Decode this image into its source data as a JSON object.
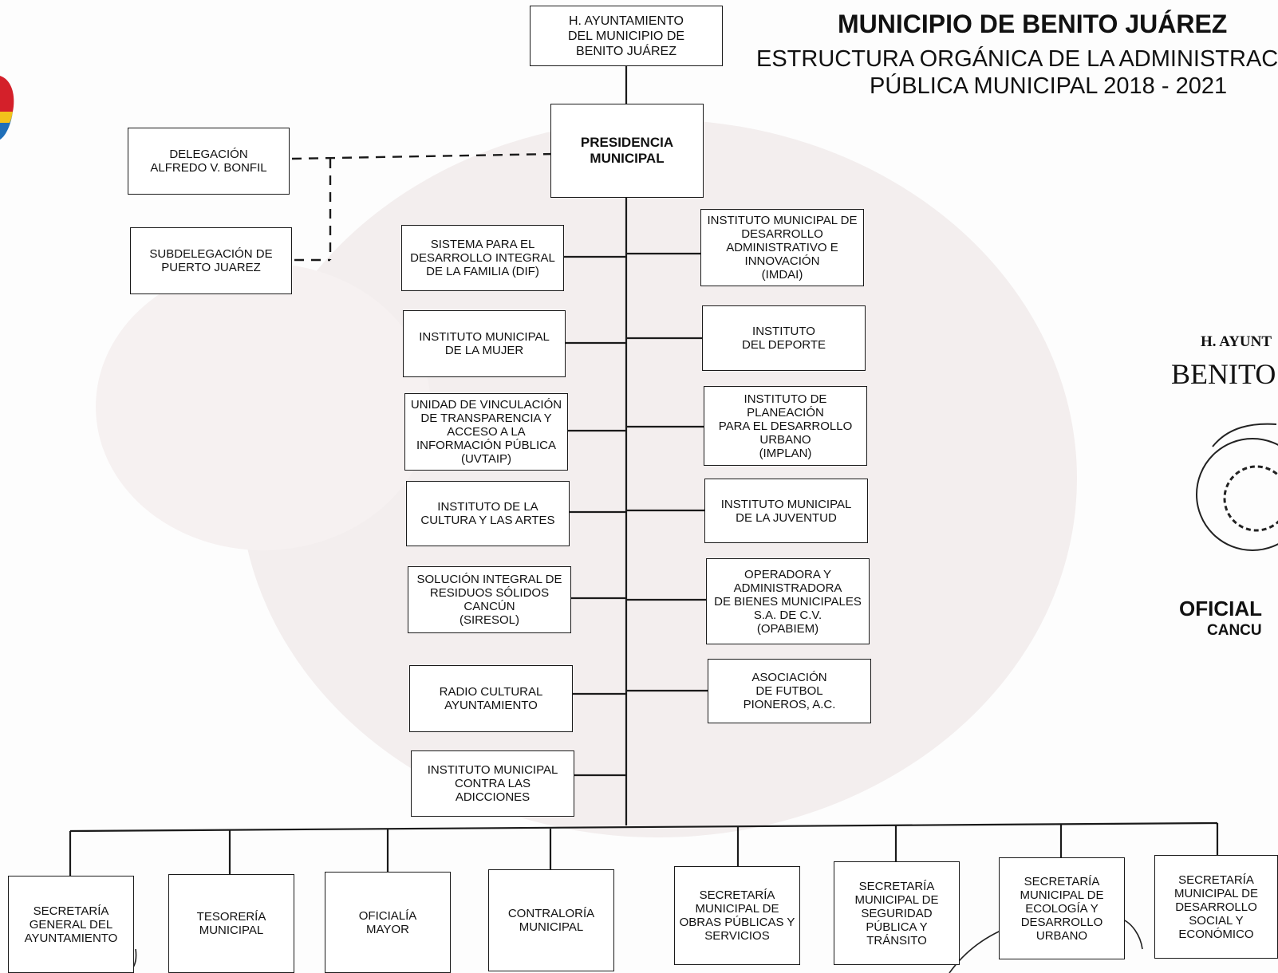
{
  "header": {
    "title": "MUNICIPIO DE BENITO JUÁREZ",
    "subtitle_line1": "ESTRUCTURA ORGÁNICA DE LA ADMINISTRACIÓN",
    "subtitle_line2": "PÚBLICA MUNICIPAL 2018 - 2021"
  },
  "top": {
    "ayuntamiento": "H. AYUNTAMIENTO\nDEL MUNICIPIO DE\nBENITO JUÁREZ",
    "presidencia": "PRESIDENCIA\nMUNICIPAL"
  },
  "delegations": {
    "delegacion": "DELEGACIÓN\nALFREDO V. BONFIL",
    "subdelegacion": "SUBDELEGACIÓN DE\nPUERTO JUAREZ"
  },
  "left_units": [
    "SISTEMA PARA EL\nDESARROLLO INTEGRAL\nDE LA FAMILIA (DIF)",
    "INSTITUTO MUNICIPAL\nDE LA MUJER",
    "UNIDAD DE VINCULACIÓN\nDE TRANSPARENCIA Y\nACCESO A LA\nINFORMACIÓN PÚBLICA\n(UVTAIP)",
    "INSTITUTO DE LA\nCULTURA Y LAS ARTES",
    "SOLUCIÓN INTEGRAL DE\nRESIDUOS SÓLIDOS\nCANCÚN\n(SIRESOL)",
    "RADIO CULTURAL\nAYUNTAMIENTO",
    "INSTITUTO MUNICIPAL\nCONTRA LAS\nADICCIONES"
  ],
  "right_units": [
    "INSTITUTO MUNICIPAL DE\nDESARROLLO\nADMINISTRATIVO E\nINNOVACIÓN\n(IMDAI)",
    "INSTITUTO\nDEL DEPORTE",
    "INSTITUTO DE\nPLANEACIÓN\nPARA EL DESARROLLO\nURBANO\n(IMPLAN)",
    "INSTITUTO MUNICIPAL\nDE LA JUVENTUD",
    "OPERADORA Y\nADMINISTRADORA\nDE BIENES MUNICIPALES\nS.A. DE C.V.\n(OPABIEM)",
    "ASOCIACIÓN\nDE FUTBOL\nPIONEROS, A.C."
  ],
  "bottom_units": [
    "SECRETARÍA\nGENERAL DEL\nAYUNTAMIENTO",
    "TESORERÍA\nMUNICIPAL",
    "OFICIALÍA\nMAYOR",
    "CONTRALORÍA\nMUNICIPAL",
    "SECRETARÍA\nMUNICIPAL DE\nOBRAS PÚBLICAS Y\nSERVICIOS",
    "SECRETARÍA\nMUNICIPAL DE\nSEGURIDAD\nPÚBLICA Y\nTRÁNSITO",
    "SECRETARÍA\nMUNICIPAL DE\nECOLOGÍA Y\nDESARROLLO\nURBANO",
    "SECRETARÍA\nMUNICIPAL DE\nDESARROLLO\nSOCIAL Y\nECONÓMICO"
  ],
  "seal": {
    "line1": "H. AYUNT",
    "line2": "BENITO",
    "line3": "OFICIAL",
    "line4": "CANCU"
  }
}
